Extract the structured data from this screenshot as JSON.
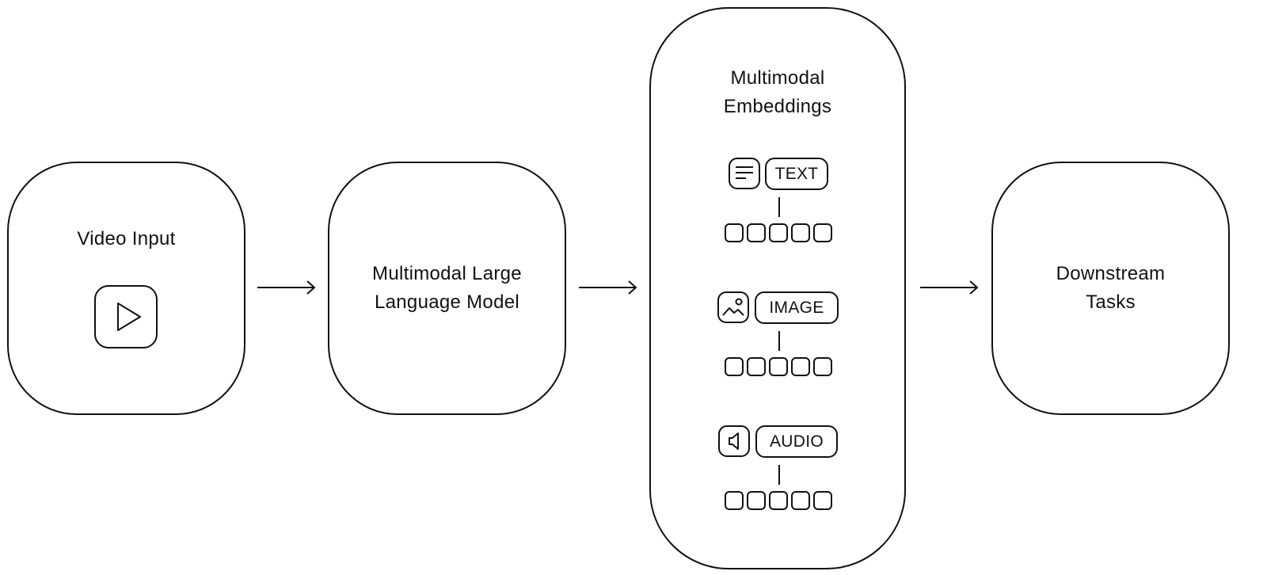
{
  "nodes": {
    "video_input": "Video Input",
    "mllm": "Multimodal Large\nLanguage Model",
    "embeddings": "Multimodal\nEmbeddings",
    "downstream": "Downstream\nTasks"
  },
  "modalities": [
    {
      "label": "TEXT",
      "icon": "text-lines-icon",
      "tokens": 5
    },
    {
      "label": "IMAGE",
      "icon": "image-icon",
      "tokens": 5
    },
    {
      "label": "AUDIO",
      "icon": "speaker-icon",
      "tokens": 5
    }
  ],
  "icons": {
    "video": "play-icon",
    "arrow": "arrow-right-icon"
  },
  "colors": {
    "stroke": "#111111",
    "background": "#ffffff"
  }
}
